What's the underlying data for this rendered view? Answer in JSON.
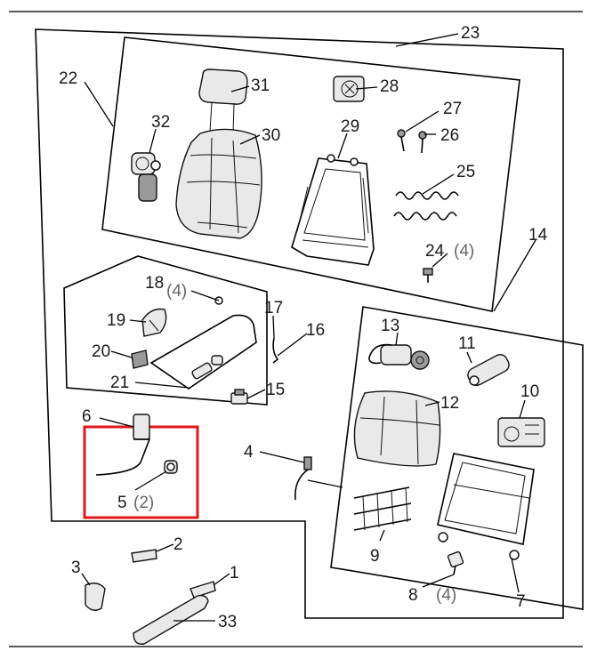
{
  "diagram": {
    "labels": {
      "p1": "1",
      "p2": "2",
      "p3": "3",
      "p4": "4",
      "p5": "5",
      "p5_qty": "(2)",
      "p6": "6",
      "p7": "7",
      "p8": "8",
      "p8_qty": "(4)",
      "p9": "9",
      "p10": "10",
      "p11": "11",
      "p12": "12",
      "p13": "13",
      "p14": "14",
      "p15": "15",
      "p16": "16",
      "p17": "17",
      "p18": "18",
      "p18_qty": "(4)",
      "p19": "19",
      "p20": "20",
      "p21": "21",
      "p22": "22",
      "p23": "23",
      "p24": "24",
      "p24_qty": "(4)",
      "p25": "25",
      "p26": "26",
      "p27": "27",
      "p28": "28",
      "p29": "29",
      "p30": "30",
      "p31": "31",
      "p32": "32",
      "p33": "33"
    },
    "highlight_color": "#e0191c"
  }
}
